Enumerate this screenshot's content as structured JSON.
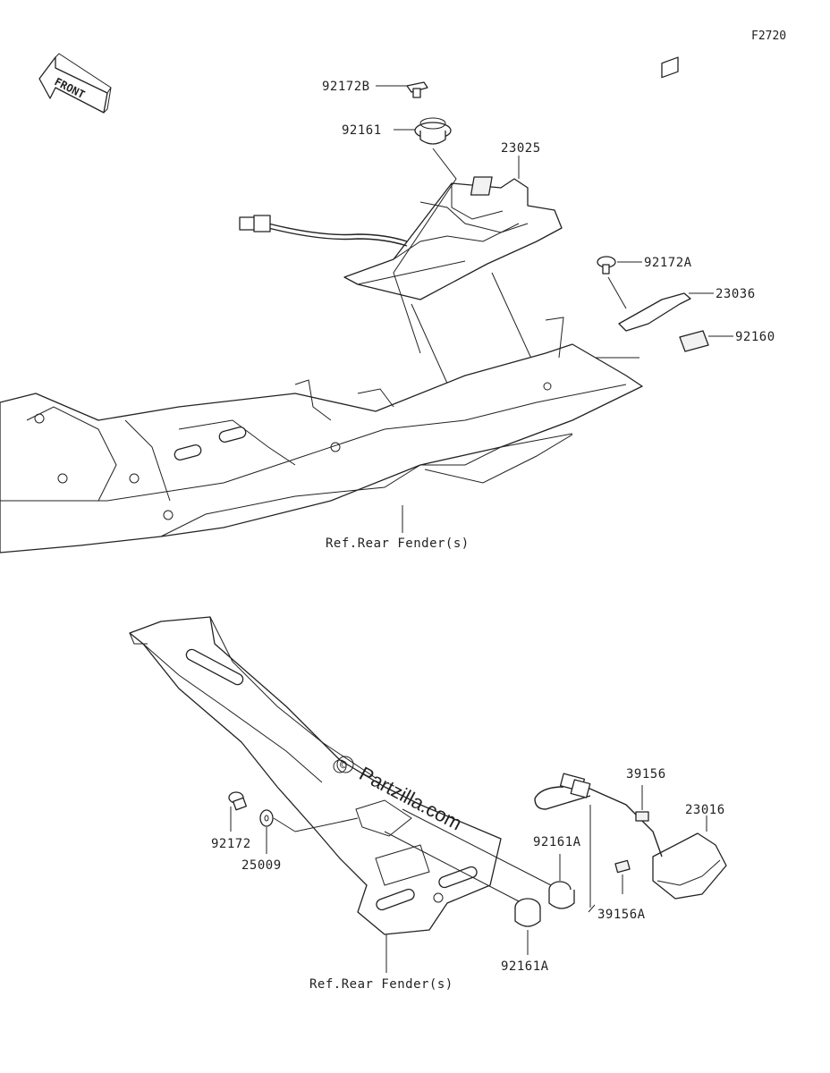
{
  "diagram_code": "F2720",
  "front_indicator": "FRONT",
  "watermark": "Partzilla.com",
  "watermark_symbol": "©",
  "parts": {
    "p92172B": "92172B",
    "p92161_top": "92161",
    "p23025": "23025",
    "p92172A": "92172A",
    "p23036": "23036",
    "p92160": "92160",
    "p39156": "39156",
    "p23016": "23016",
    "p92161A_upper": "92161A",
    "p39156A": "39156A",
    "p92172": "92172",
    "p25009": "25009",
    "p92161A_lower": "92161A"
  },
  "references": {
    "ref_top": "Ref.Rear Fender(s)",
    "ref_bottom": "Ref.Rear Fender(s)"
  },
  "colors": {
    "line": "#222222",
    "background": "#ffffff"
  }
}
